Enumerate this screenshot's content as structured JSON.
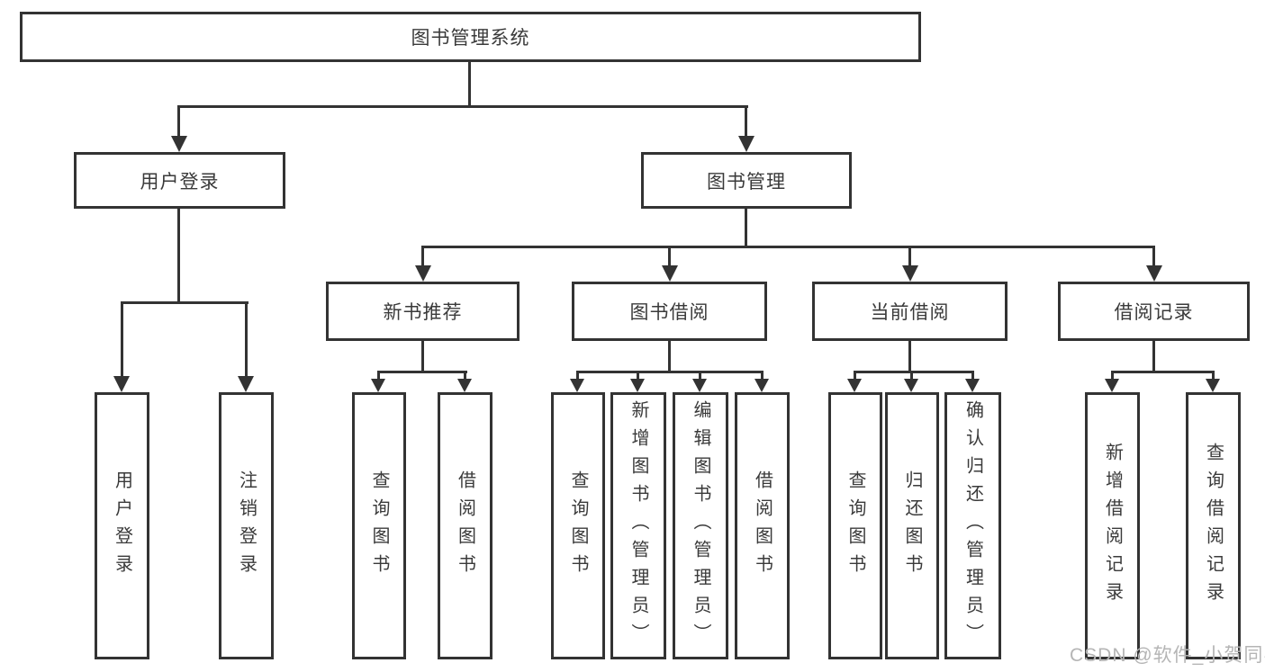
{
  "diagram": {
    "root": {
      "label": "图书管理系统"
    },
    "branches": [
      {
        "label": "用户登录",
        "children": [
          {
            "label": "用户登录"
          },
          {
            "label": "注销登录"
          }
        ]
      },
      {
        "label": "图书管理",
        "groups": [
          {
            "label": "新书推荐",
            "children": [
              {
                "label": "查询图书"
              },
              {
                "label": "借阅图书"
              }
            ]
          },
          {
            "label": "图书借阅",
            "children": [
              {
                "label": "查询图书"
              },
              {
                "label": "新增图书（管理员）"
              },
              {
                "label": "编辑图书（管理员）"
              },
              {
                "label": "借阅图书"
              }
            ]
          },
          {
            "label": "当前借阅",
            "children": [
              {
                "label": "查询图书"
              },
              {
                "label": "归还图书"
              },
              {
                "label": "确认归还（管理员）"
              }
            ]
          },
          {
            "label": "借阅记录",
            "children": [
              {
                "label": "新增借阅记录"
              },
              {
                "label": "查询借阅记录"
              }
            ]
          }
        ]
      }
    ],
    "watermark": "CSDN @软件_小贺同学",
    "colors": {
      "line": "#333333",
      "text": "#3a3a3a",
      "watermark": "#b5b5b5",
      "background": "#ffffff"
    }
  }
}
